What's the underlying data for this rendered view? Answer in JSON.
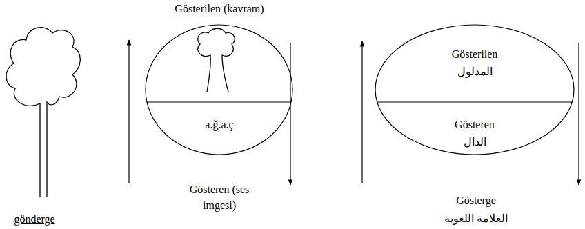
{
  "diagram": {
    "nodes": [
      {
        "text": [
          "Gösterilen (kavram)",
          "a.ğ.a.ç",
          "Gösteren (ses imgesi)"
        ]
      },
      {
        "text": [
          "Gösterilen",
          "المدلول",
          "Gösteren",
          "الدال",
          "Gösterge",
          "العلامة اللغوية"
        ]
      }
    ],
    "labels": [
      "gönderge"
    ]
  }
}
